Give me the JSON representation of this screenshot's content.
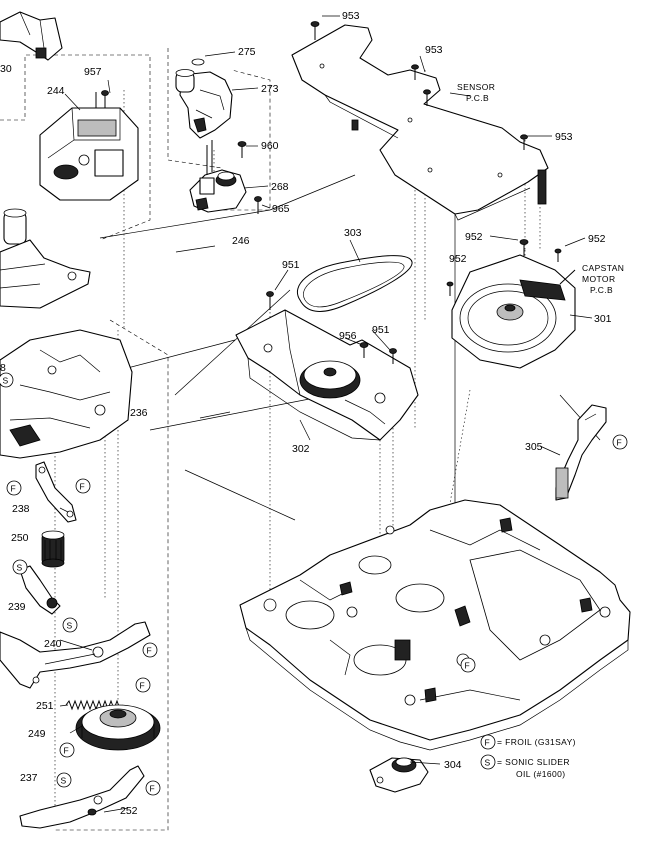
{
  "labels": {
    "p30": "30",
    "p957": "957",
    "p244": "244",
    "p275": "275",
    "p273": "273",
    "p960": "960",
    "p268": "268",
    "p965": "965",
    "p953a": "953",
    "p953b": "953",
    "p953c": "953",
    "p246": "246",
    "p303": "303",
    "p951a": "951",
    "p951b": "951",
    "p956": "956",
    "p952a": "952",
    "p952b": "952",
    "p952c": "952",
    "p301": "301",
    "p302": "302",
    "p236": "236",
    "p305": "305",
    "p238": "238",
    "p250": "250",
    "p239": "239",
    "p240": "240",
    "p251": "251",
    "p249": "249",
    "p237": "237",
    "p252": "252",
    "p304": "304",
    "p8": "8"
  },
  "board_labels": {
    "sensor_line1": "SENSOR",
    "sensor_line2": "P.C.B",
    "capstan_line1": "CAPSTAN",
    "capstan_line2": "MOTOR",
    "capstan_line3": "P.C.B"
  },
  "markers": {
    "froil": "F",
    "sonic": "S"
  },
  "legend": {
    "froil_text": "= FROIL (G31SAY)",
    "sonic_text_line1": "= SONIC  SLIDER",
    "sonic_text_line2": "OIL  (#1600)"
  }
}
